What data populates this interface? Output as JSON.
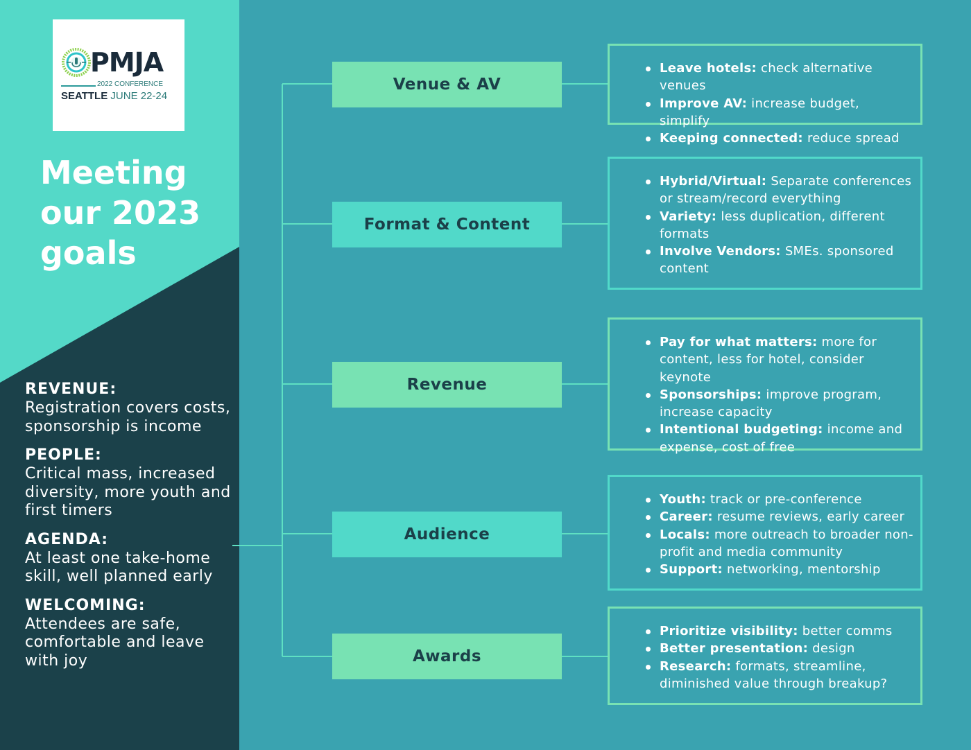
{
  "colors": {
    "main_bg": "#3aa3b0",
    "left_top": "#54d9c8",
    "left_bottom": "#1b414a",
    "green": "#78e2b3",
    "teal": "#51d9c9",
    "text_dark": "#1b4049"
  },
  "logo": {
    "icon": "microphone-badge-icon",
    "name": "PMJA",
    "edition": "2022 CONFERENCE",
    "city": "SEATTLE",
    "dates": "JUNE 22-24"
  },
  "title": {
    "line1": "Meeting",
    "line2": "our 2023",
    "line3": "goals"
  },
  "goals": [
    {
      "title": "REVENUE:",
      "text": "Registration covers costs, sponsorship is income"
    },
    {
      "title": "PEOPLE:",
      "text": "Critical mass, increased diversity, more youth and first timers"
    },
    {
      "title": "AGENDA:",
      "text": "At least one take-home skill, well planned early"
    },
    {
      "title": "WELCOMING:",
      "text": "Attendees are safe, comfortable and leave with joy"
    }
  ],
  "categories": [
    {
      "label": "Venue & AV",
      "items": [
        {
          "bold": "Leave hotels:",
          "text": " check alternative venues"
        },
        {
          "bold": "Improve AV:",
          "text": " increase budget, simplify"
        },
        {
          "bold": "Keeping connected:",
          "text": " reduce spread"
        }
      ]
    },
    {
      "label": "Format & Content",
      "items": [
        {
          "bold": "Hybrid/Virtual:",
          "text": " Separate conferences or stream/record everything"
        },
        {
          "bold": "Variety:",
          "text": " less duplication, different formats"
        },
        {
          "bold": "Involve Vendors:",
          "text": " SMEs. sponsored content"
        }
      ]
    },
    {
      "label": "Revenue",
      "items": [
        {
          "bold": "Pay for what matters:",
          "text": " more for content, less for hotel, consider keynote"
        },
        {
          "bold": "Sponsorships:",
          "text": " improve program, increase capacity"
        },
        {
          "bold": "Intentional budgeting:",
          "text": " income and expense, cost of free"
        }
      ]
    },
    {
      "label": "Audience",
      "items": [
        {
          "bold": "Youth:",
          "text": " track or pre-conference"
        },
        {
          "bold": "Career:",
          "text": " resume reviews, early career"
        },
        {
          "bold": "Locals:",
          "text": " more outreach to broader non-profit and media community"
        },
        {
          "bold": "Support:",
          "text": " networking, mentorship"
        }
      ]
    },
    {
      "label": "Awards",
      "items": [
        {
          "bold": "Prioritize visibility:",
          "text": " better comms"
        },
        {
          "bold": "Better presentation:",
          "text": " design"
        },
        {
          "bold": "Research:",
          "text": " formats, streamline, diminished value through breakup?"
        }
      ]
    }
  ]
}
